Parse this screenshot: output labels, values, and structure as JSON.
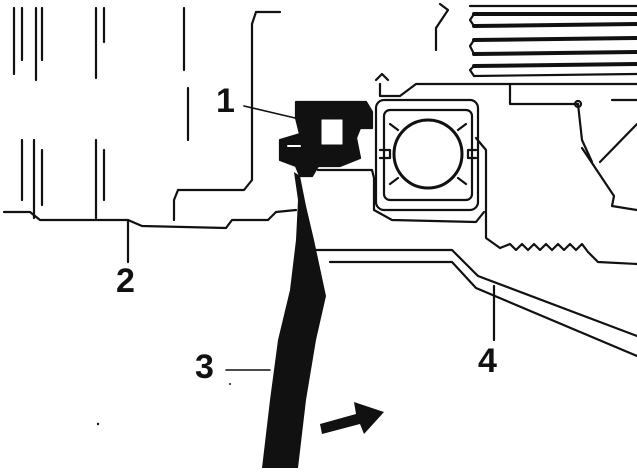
{
  "callouts": [
    {
      "id": "1",
      "label": "1"
    },
    {
      "id": "2",
      "label": "2"
    },
    {
      "id": "3",
      "label": "3"
    },
    {
      "id": "4",
      "label": "4"
    }
  ],
  "colors": {
    "ink": "#111111",
    "paper": "#ffffff"
  },
  "icons": [
    "motion-arrow-icon"
  ]
}
